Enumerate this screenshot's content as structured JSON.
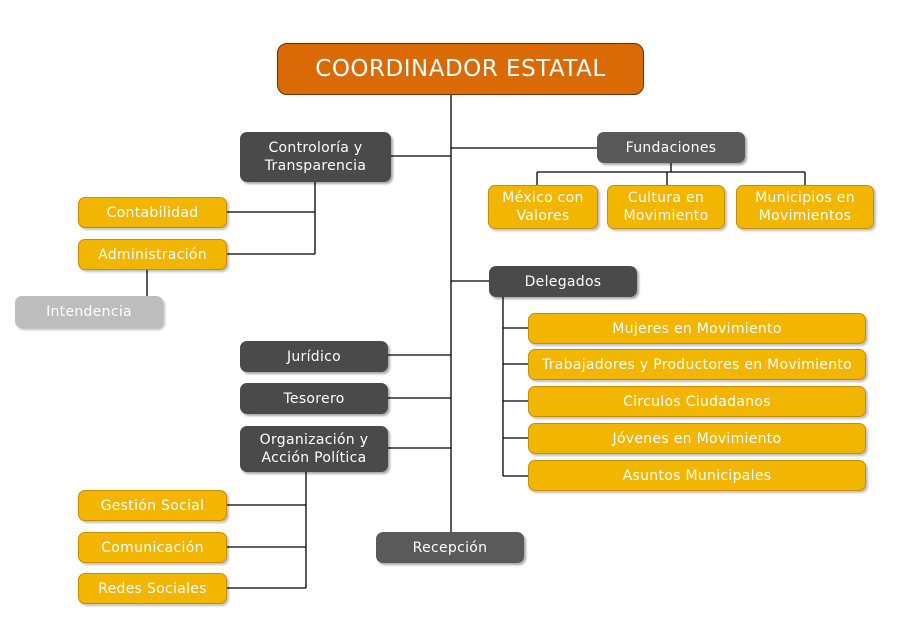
{
  "org_chart": {
    "top": "COORDINADOR ESTATAL",
    "contraloria": "Controloría  y\nTransparencia",
    "contabilidad": "Contabilidad",
    "administracion": "Administración",
    "intendencia": "Intendencia",
    "juridico": "Jurídico",
    "tesorero": "Tesorero",
    "organizacion": "Organización y\nAcción Política",
    "gestion_social": "Gestión Social",
    "comunicacion": "Comunicación",
    "redes_sociales": "Redes Sociales",
    "recepcion": "Recepción",
    "fundaciones": "Fundaciones",
    "mexico_valores": "México con\nValores",
    "cultura_movimiento": "Cultura en\nMovimiento",
    "municipios_movimientos": "Municipios en\nMovimientos",
    "delegados": "Delegados",
    "mujeres": "Mujeres en Movimiento",
    "trabajadores": "Trabajadores y Productores en Movimiento",
    "circulos": "Circulos Ciudadanos",
    "jovenes": "Jóvenes en Movimiento",
    "asuntos": "Asuntos Municipales"
  },
  "colors": {
    "top_fill": "#d96a06",
    "dark_fill": "#4a4a4a",
    "yellow_fill": "#f2b500",
    "light_fill": "#bdbdbd",
    "line": "#000000"
  }
}
